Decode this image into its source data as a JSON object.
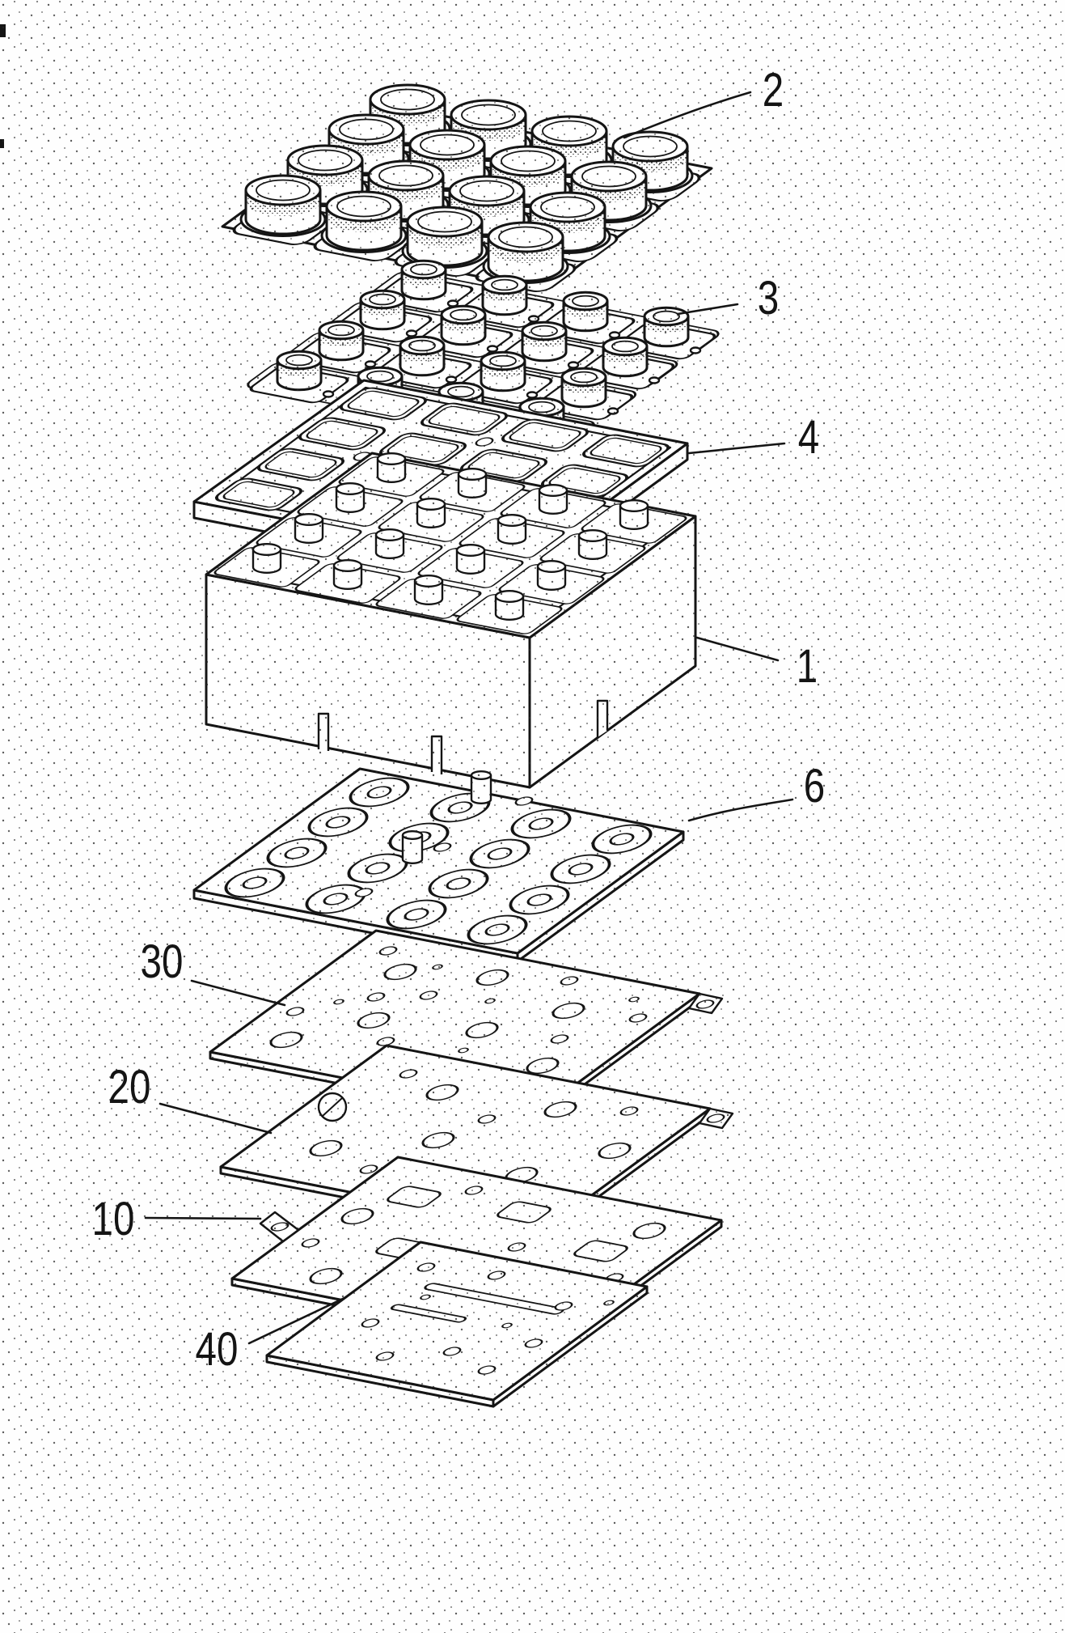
{
  "figure": {
    "colors": {
      "ink": "#141414",
      "paper": "#fefefe"
    },
    "labels": {
      "ref2": "2",
      "ref3": "3",
      "ref4": "4",
      "ref1": "1",
      "ref6": "6",
      "ref30": "30",
      "ref20": "20",
      "ref10": "10",
      "ref40": "40"
    }
  }
}
